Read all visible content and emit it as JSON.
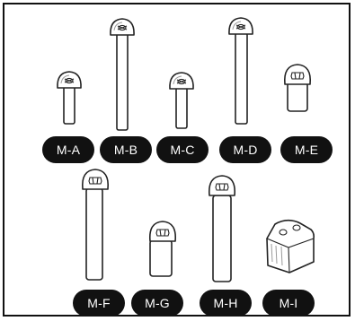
{
  "parts": [
    {
      "id": "a",
      "label": "M-A",
      "kind": "short pan-head screw"
    },
    {
      "id": "b",
      "label": "M-B",
      "kind": "long pan-head screw"
    },
    {
      "id": "c",
      "label": "M-C",
      "kind": "short pan-head screw"
    },
    {
      "id": "d",
      "label": "M-D",
      "kind": "long pan-head screw"
    },
    {
      "id": "e",
      "label": "M-E",
      "kind": "short hex-socket screw"
    },
    {
      "id": "f",
      "label": "M-F",
      "kind": "long hex-socket screw"
    },
    {
      "id": "g",
      "label": "M-G",
      "kind": "short hex-socket screw"
    },
    {
      "id": "h",
      "label": "M-H",
      "kind": "long hex-socket screw"
    },
    {
      "id": "i",
      "label": "M-I",
      "kind": "oval spacer block"
    }
  ],
  "colors": {
    "badge_bg": "#111111",
    "badge_text": "#ffffff",
    "line": "#222222",
    "frame": "#111111"
  }
}
